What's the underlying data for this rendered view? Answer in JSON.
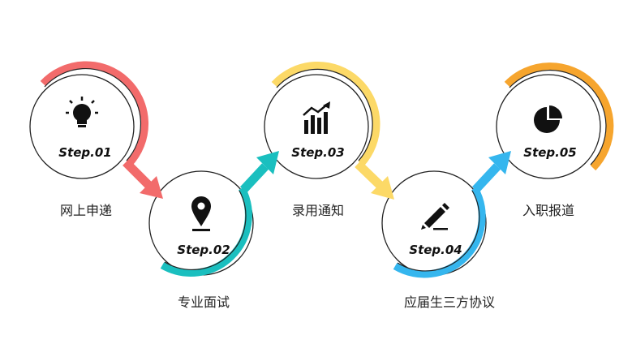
{
  "steps": [
    {
      "step": "Step.01",
      "label": "网上申递",
      "color": "#F26B6B",
      "icon": "lightbulb-icon"
    },
    {
      "step": "Step.02",
      "label": "专业面试",
      "color": "#1ABFBF",
      "icon": "location-pin-icon"
    },
    {
      "step": "Step.03",
      "label": "录用通知",
      "color": "#FCD967",
      "icon": "bar-chart-growth-icon"
    },
    {
      "step": "Step.04",
      "label": "应届生三方协议",
      "color": "#35B6EE",
      "icon": "pen-edit-icon"
    },
    {
      "step": "Step.05",
      "label": "入职报道",
      "color": "#F6A52E",
      "icon": "pie-chart-icon"
    }
  ]
}
